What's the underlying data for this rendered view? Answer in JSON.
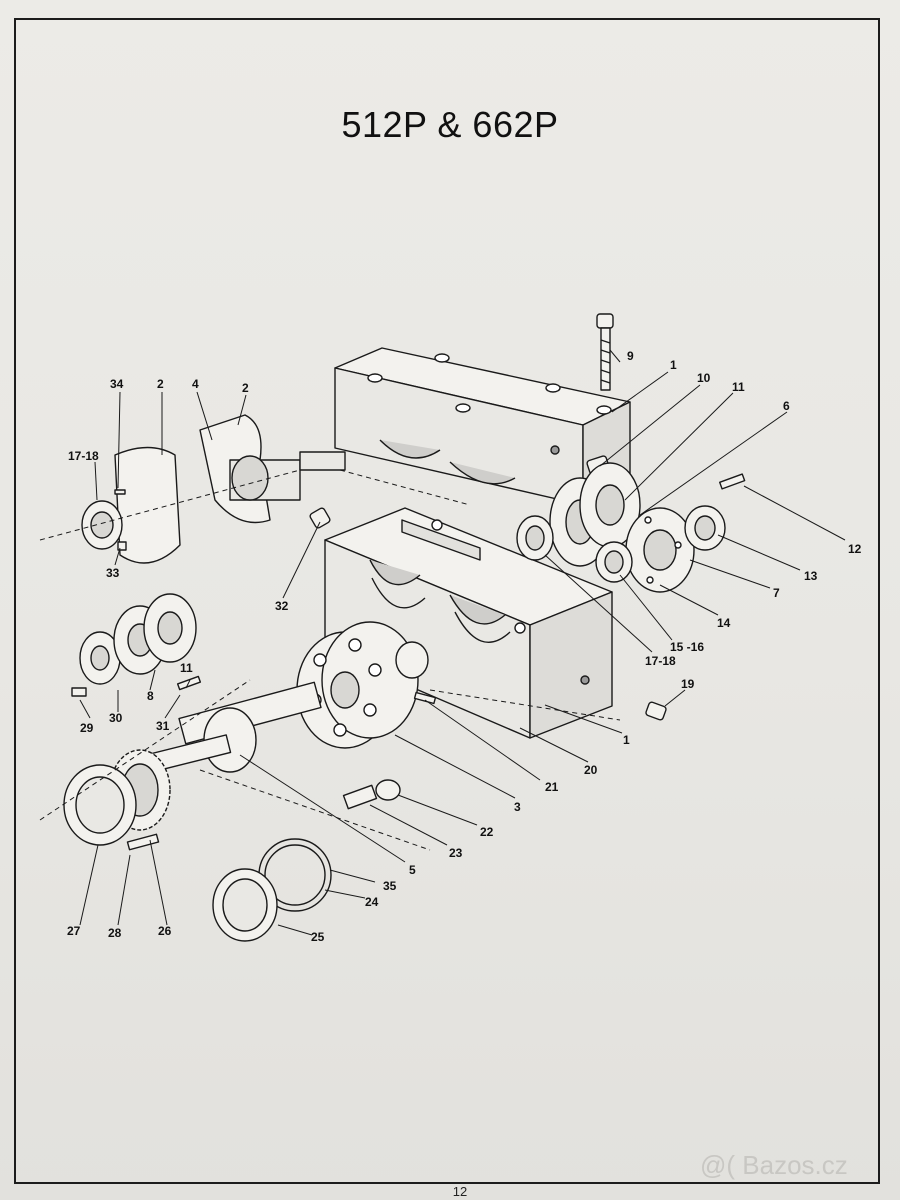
{
  "document": {
    "title": "512P & 662P",
    "page_number": "12",
    "watermark": "@( Bazos.cz"
  },
  "callouts": [
    {
      "id": "c9",
      "text": "9"
    },
    {
      "id": "c1a",
      "text": "1"
    },
    {
      "id": "c10",
      "text": "10"
    },
    {
      "id": "c11",
      "text": "11"
    },
    {
      "id": "c6",
      "text": "6"
    },
    {
      "id": "c34",
      "text": "34"
    },
    {
      "id": "c2a",
      "text": "2"
    },
    {
      "id": "c4",
      "text": "4"
    },
    {
      "id": "c2b",
      "text": "2"
    },
    {
      "id": "c1718a",
      "text": "17-18"
    },
    {
      "id": "c33",
      "text": "33"
    },
    {
      "id": "c32",
      "text": "32"
    },
    {
      "id": "c12",
      "text": "12"
    },
    {
      "id": "c13",
      "text": "13"
    },
    {
      "id": "c7",
      "text": "7"
    },
    {
      "id": "c14",
      "text": "14"
    },
    {
      "id": "c1516",
      "text": "15 -16"
    },
    {
      "id": "c1718b",
      "text": "17-18"
    },
    {
      "id": "c19",
      "text": "19"
    },
    {
      "id": "c1b",
      "text": "1"
    },
    {
      "id": "c20",
      "text": "20"
    },
    {
      "id": "c21",
      "text": "21"
    },
    {
      "id": "c3",
      "text": "3"
    },
    {
      "id": "c8",
      "text": "8"
    },
    {
      "id": "c11b",
      "text": "11"
    },
    {
      "id": "c29",
      "text": "29"
    },
    {
      "id": "c30",
      "text": "30"
    },
    {
      "id": "c31",
      "text": "31"
    },
    {
      "id": "c22",
      "text": "22"
    },
    {
      "id": "c23",
      "text": "23"
    },
    {
      "id": "c5",
      "text": "5"
    },
    {
      "id": "c35",
      "text": "35"
    },
    {
      "id": "c24",
      "text": "24"
    },
    {
      "id": "c25",
      "text": "25"
    },
    {
      "id": "c27",
      "text": "27"
    },
    {
      "id": "c28",
      "text": "28"
    },
    {
      "id": "c26",
      "text": "26"
    }
  ]
}
